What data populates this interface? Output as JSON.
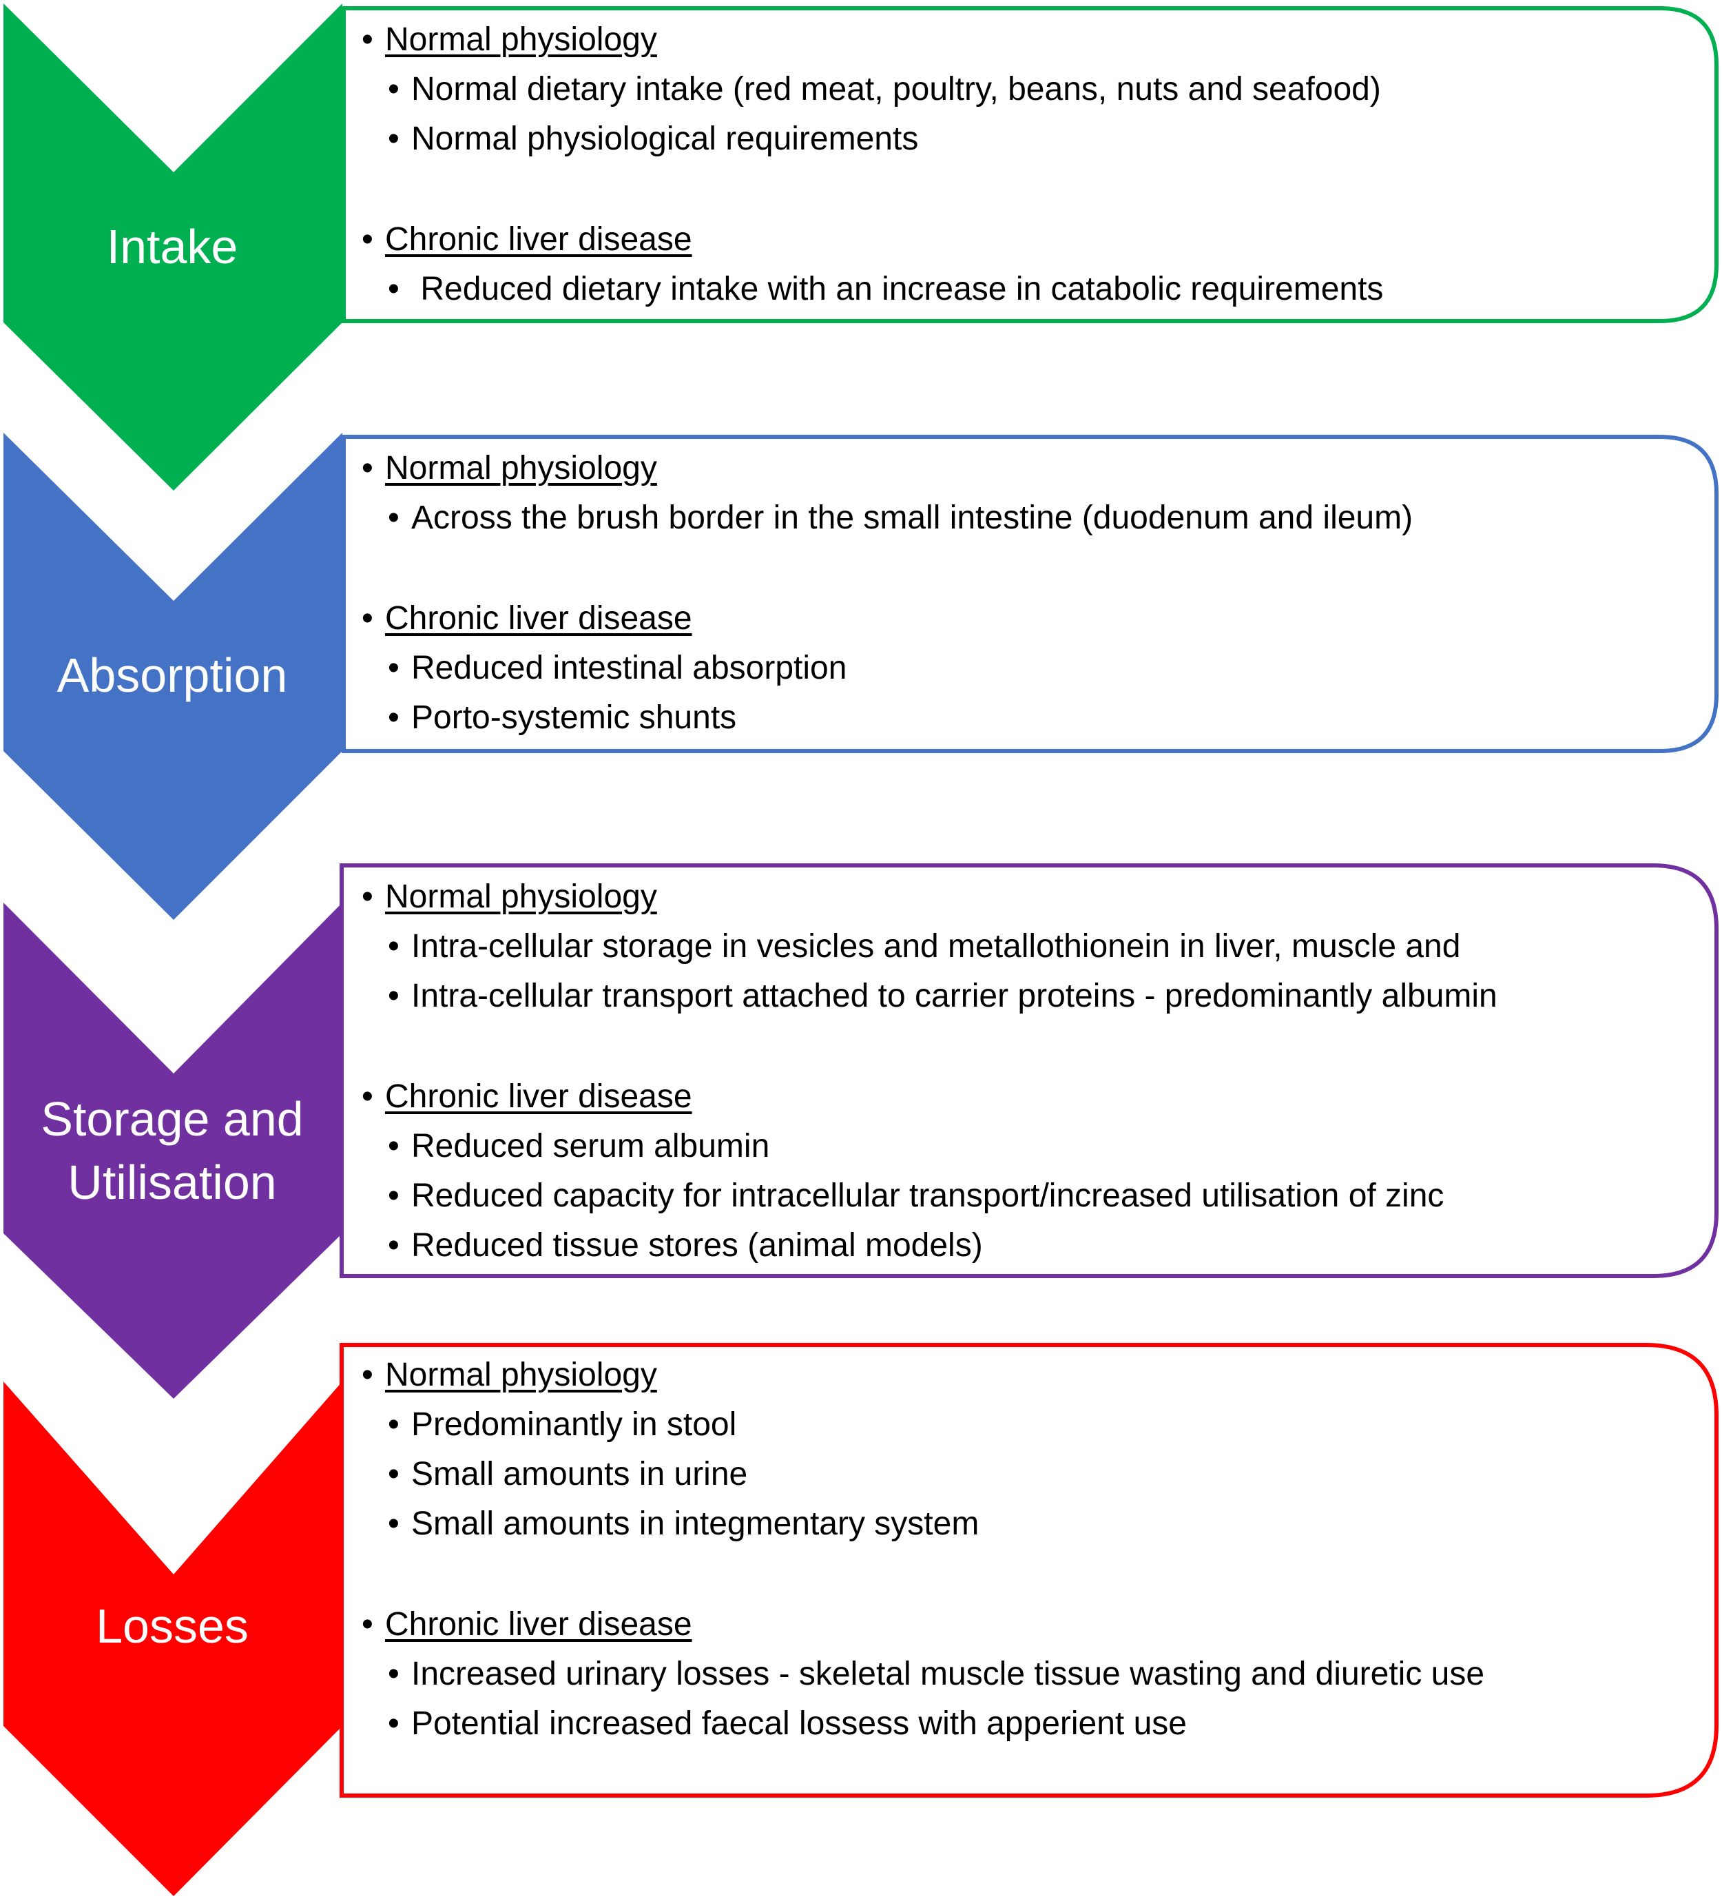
{
  "stages": [
    {
      "id": "intake",
      "label_lines": [
        "Intake"
      ],
      "color": "#00B050",
      "groups": [
        {
          "heading": "Normal physiology",
          "items": [
            "Normal dietary intake (red meat, poultry, beans, nuts and seafood)",
            "Normal physiological requirements"
          ]
        },
        {
          "heading": "Chronic liver disease",
          "items": [
            " Reduced dietary intake with an increase in catabolic requirements"
          ]
        }
      ]
    },
    {
      "id": "absorption",
      "label_lines": [
        "Absorption"
      ],
      "color": "#4472C4",
      "groups": [
        {
          "heading": "Normal physiology",
          "items": [
            "Across the brush border in the small intestine (duodenum and ileum)"
          ]
        },
        {
          "heading": "Chronic liver disease",
          "items": [
            "Reduced intestinal absorption",
            "Porto-systemic shunts"
          ]
        }
      ]
    },
    {
      "id": "storage",
      "label_lines": [
        "Storage and",
        "Utilisation"
      ],
      "color": "#7030A0",
      "groups": [
        {
          "heading": "Normal physiology",
          "items": [
            "Intra-cellular storage in vesicles and metallothionein in liver, muscle and",
            "Intra-cellular transport attached to carrier proteins - predominantly albumin"
          ]
        },
        {
          "heading": "Chronic liver disease",
          "items": [
            "Reduced serum albumin",
            "Reduced capacity for intracellular transport/increased utilisation of zinc",
            "Reduced tissue stores (animal models)"
          ]
        }
      ]
    },
    {
      "id": "losses",
      "label_lines": [
        "Losses"
      ],
      "color": "#FF0000",
      "groups": [
        {
          "heading": "Normal physiology",
          "items": [
            "Predominantly in stool",
            "Small amounts in urine",
            "Small amounts in integmentary system"
          ]
        },
        {
          "heading": "Chronic liver disease",
          "items": [
            "Increased urinary losses - skeletal muscle tissue wasting and diuretic use",
            "Potential increased faecal lossess with apperient use"
          ]
        }
      ]
    }
  ],
  "bullet_glyph": "•"
}
